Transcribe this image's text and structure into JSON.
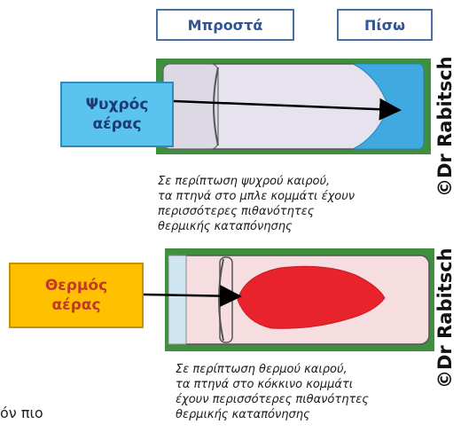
{
  "headers": {
    "front": "Μπροστά",
    "back": "Πίσω"
  },
  "cold": {
    "label_line1": "Ψυχρός",
    "label_line2": "αέρας",
    "caption_lines": [
      "Σε περίπτωση ψυχρού καιρού,",
      "τα πτηνά στο μπλε κομμάτι έχουν",
      "περισσότερες πιθανότητες",
      "θερμικής καταπόνησης"
    ]
  },
  "hot": {
    "label_line1": "Θερμός",
    "label_line2": "αέρας",
    "caption_lines": [
      "Σε περίπτωση θερμού καιρού,",
      "τα πτηνά στο κόκκινο κομμάτι",
      "έχουν περισσότερες πιθανότητες",
      "θερμικής καταπόνησης"
    ]
  },
  "watermark": "©Dr Rabitsch",
  "partial_text": "όν πιο",
  "colors": {
    "cold_zone": "#3fa9e0",
    "hot_zone": "#e8232b",
    "trailer": "#e6e2ee",
    "hot_trailer": "#f6dde0",
    "grass": "#3f8f3f"
  }
}
